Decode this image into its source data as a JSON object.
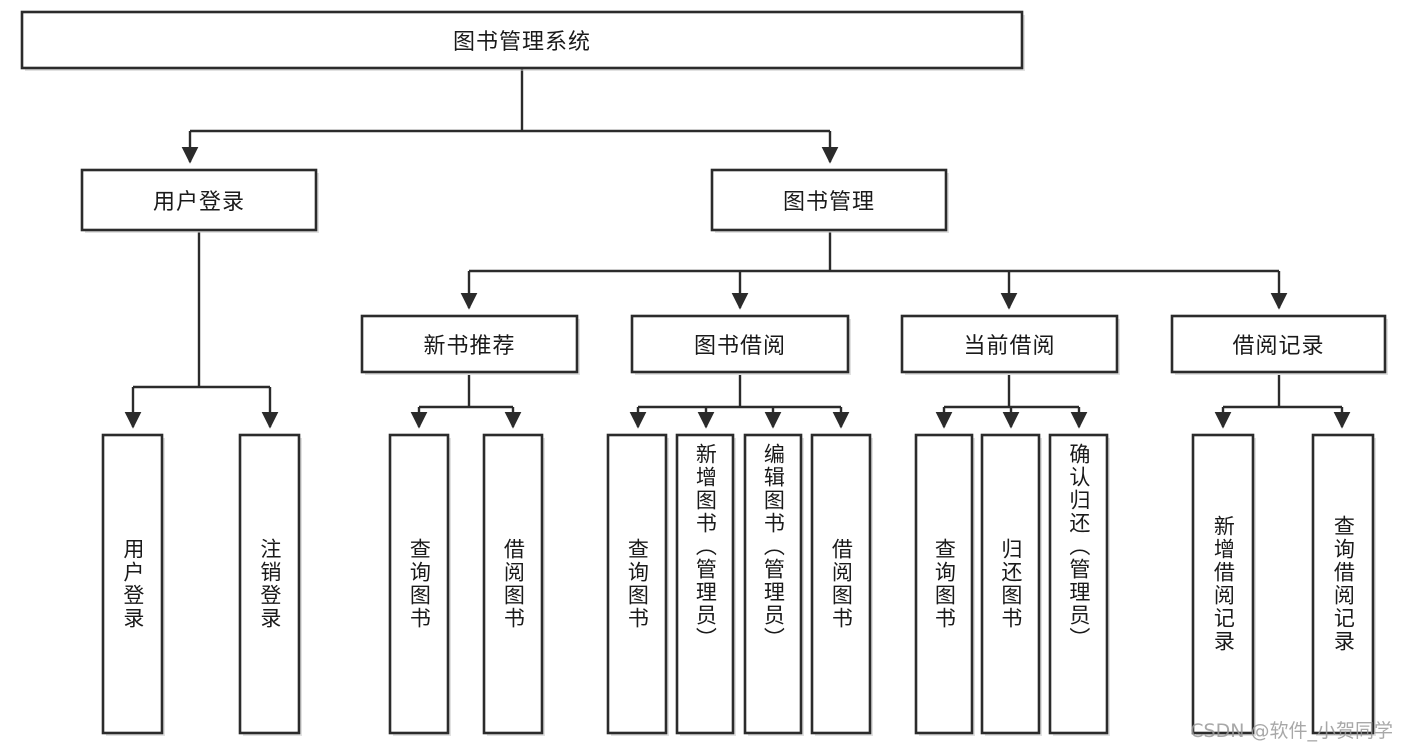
{
  "diagram": {
    "type": "tree",
    "title": "图书管理系统",
    "root": {
      "id": "root",
      "label": "图书管理系统",
      "orientation": "horizontal"
    },
    "level2": [
      {
        "id": "user-login",
        "label": "用户登录",
        "orientation": "horizontal"
      },
      {
        "id": "book-manage",
        "label": "图书管理",
        "orientation": "horizontal"
      }
    ],
    "level3": [
      {
        "id": "new-book-recommend",
        "label": "新书推荐",
        "orientation": "horizontal",
        "parent": "book-manage"
      },
      {
        "id": "book-borrow",
        "label": "图书借阅",
        "orientation": "horizontal",
        "parent": "book-manage"
      },
      {
        "id": "current-borrow",
        "label": "当前借阅",
        "orientation": "horizontal",
        "parent": "book-manage"
      },
      {
        "id": "borrow-record",
        "label": "借阅记录",
        "orientation": "horizontal",
        "parent": "book-manage"
      }
    ],
    "leaves": [
      {
        "id": "leaf-user-login",
        "label": "用户登录",
        "orientation": "vertical",
        "parent": "user-login"
      },
      {
        "id": "leaf-logout-login",
        "label": "注销登录",
        "orientation": "vertical",
        "parent": "user-login"
      },
      {
        "id": "leaf-query-book-1",
        "label": "查询图书",
        "orientation": "vertical",
        "parent": "new-book-recommend"
      },
      {
        "id": "leaf-borrow-book-1",
        "label": "借阅图书",
        "orientation": "vertical",
        "parent": "new-book-recommend"
      },
      {
        "id": "leaf-query-book-2",
        "label": "查询图书",
        "orientation": "vertical",
        "parent": "book-borrow"
      },
      {
        "id": "leaf-add-book",
        "label": "新增图书（管理员）",
        "orientation": "vertical",
        "parent": "book-borrow"
      },
      {
        "id": "leaf-edit-book",
        "label": "编辑图书（管理员）",
        "orientation": "vertical",
        "parent": "book-borrow"
      },
      {
        "id": "leaf-borrow-book-2",
        "label": "借阅图书",
        "orientation": "vertical",
        "parent": "book-borrow"
      },
      {
        "id": "leaf-query-book-3",
        "label": "查询图书",
        "orientation": "vertical",
        "parent": "current-borrow"
      },
      {
        "id": "leaf-return-book",
        "label": "归还图书",
        "orientation": "vertical",
        "parent": "current-borrow"
      },
      {
        "id": "leaf-confirm-return",
        "label": "确认归还（管理员）",
        "orientation": "vertical",
        "parent": "current-borrow"
      },
      {
        "id": "leaf-add-record",
        "label": "新增借阅记录",
        "orientation": "vertical",
        "parent": "borrow-record"
      },
      {
        "id": "leaf-query-record",
        "label": "查询借阅记录",
        "orientation": "vertical",
        "parent": "borrow-record"
      }
    ],
    "colors": {
      "box_stroke": "#2b2b2b",
      "box_fill": "#ffffff",
      "edge": "#2b2b2b",
      "text": "#1a1a1a",
      "watermark": "#9a9a9a",
      "background": "#ffffff"
    }
  },
  "watermark": {
    "text": "CSDN @软件_小贺同学"
  }
}
